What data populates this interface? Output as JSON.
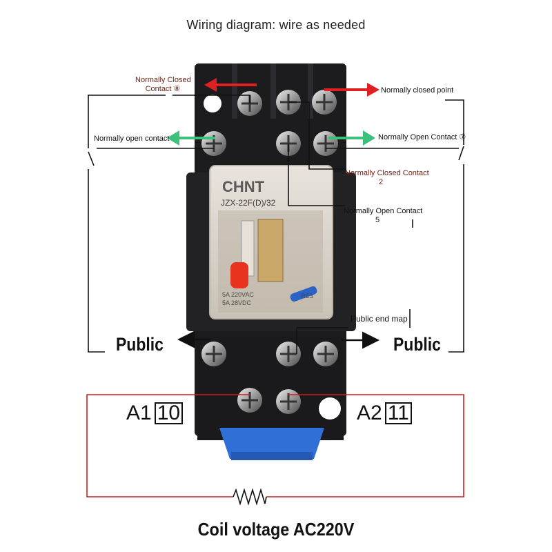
{
  "title": "Wiring diagram: wire as needed",
  "footer": "Coil voltage AC220V",
  "relay": {
    "brand": "CHNT",
    "model": "JZX-22F(D)/32",
    "rating_1": "5A 220VAC",
    "rating_2": "5A 28VDC",
    "res_label": "RES"
  },
  "labels": {
    "nc_contact_3_line1": "Normally Closed",
    "nc_contact_3_line2": "Contact ⑧",
    "nc_point": "Normally closed point",
    "no_contact_left": "Normally open contact",
    "no_contact_right": "Normally Open Contact ⑦",
    "nc_contact_2_line1": "Normally Closed Contact",
    "nc_contact_2_line2": "2",
    "no_contact_5_line1": "Normally Open Contact",
    "no_contact_5_line2": "5",
    "public_end_map": "Public end map",
    "public_left": "Public",
    "public_right": "Public"
  },
  "coil": {
    "a1_label": "A1",
    "a1_number": "10",
    "a2_label": "A2",
    "a2_number": "11"
  },
  "colors": {
    "red_arrow": "#e02020",
    "green_arrow": "#3cc07a",
    "coil_wire": "#cc1f1f",
    "base_body": "#1c1c1e",
    "cover": "#d9d4cc",
    "blue_clip": "#2f6fd6"
  }
}
